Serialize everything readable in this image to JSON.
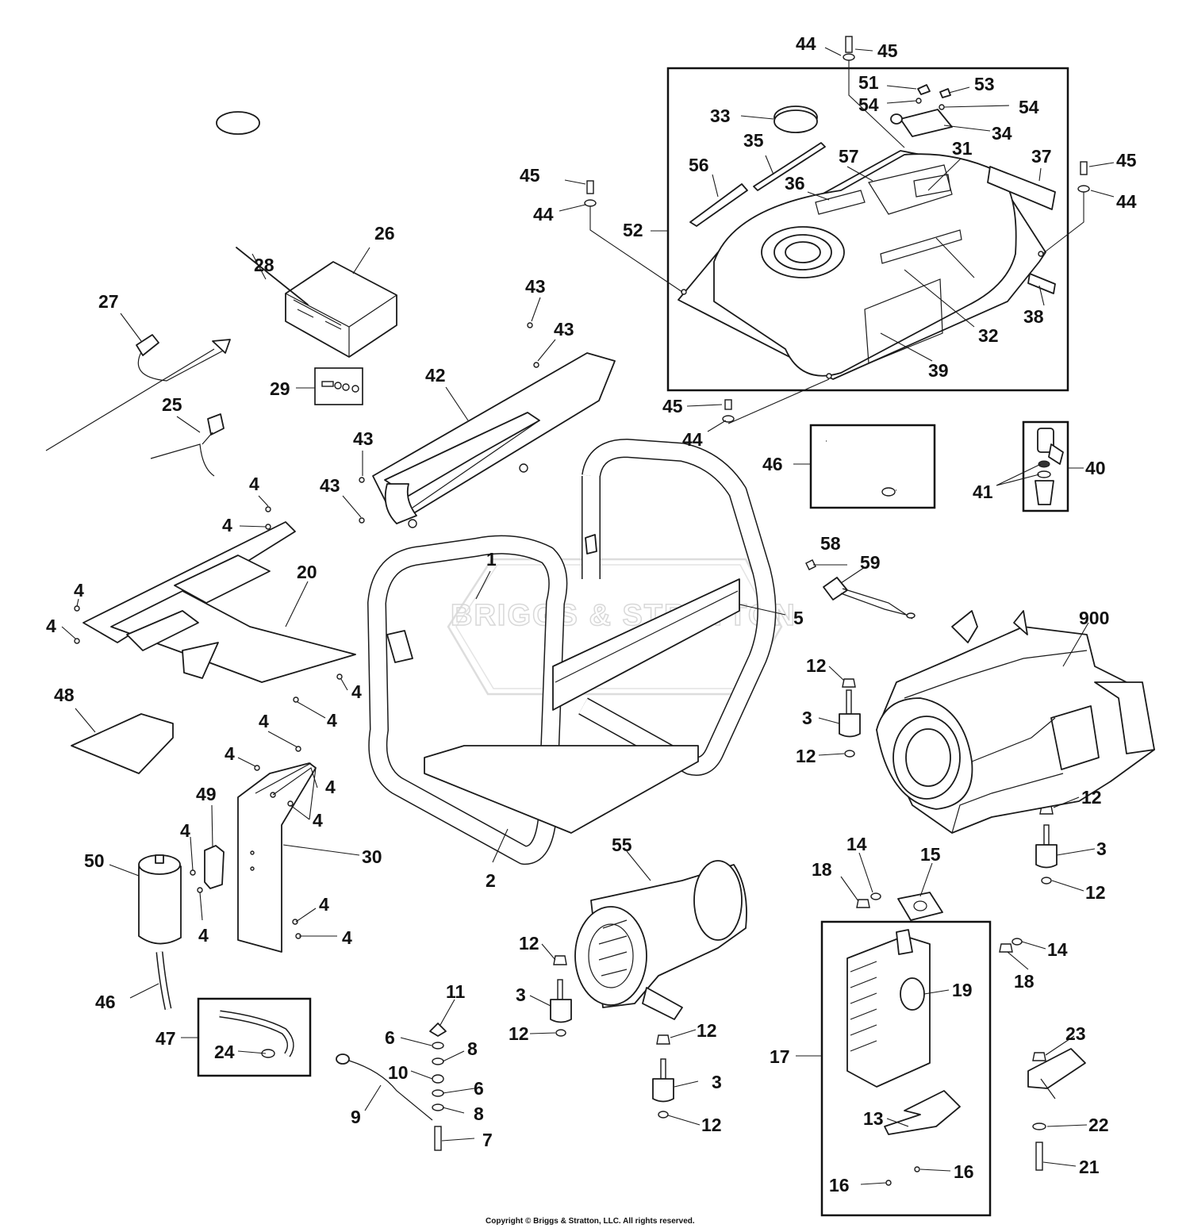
{
  "labels": {
    "l1": "1",
    "l2": "2",
    "l3a": "3",
    "l3b": "3",
    "l3c": "3",
    "l3d": "3",
    "l4a": "4",
    "l4b": "4",
    "l4c": "4",
    "l4d": "4",
    "l4e": "4",
    "l4f": "4",
    "l4g": "4",
    "l4h": "4",
    "l4i": "4",
    "l4j": "4",
    "l4k": "4",
    "l4l": "4",
    "l4m": "4",
    "l4n": "4",
    "l5": "5",
    "l6a": "6",
    "l6b": "6",
    "l7": "7",
    "l8a": "8",
    "l8b": "8",
    "l9": "9",
    "l10": "10",
    "l11": "11",
    "l12a": "12",
    "l12b": "12",
    "l12c": "12",
    "l12d": "12",
    "l12e": "12",
    "l12f": "12",
    "l12g": "12",
    "l12h": "12",
    "l13": "13",
    "l14a": "14",
    "l14b": "14",
    "l15": "15",
    "l16a": "16",
    "l16b": "16",
    "l17": "17",
    "l18a": "18",
    "l18b": "18",
    "l19": "19",
    "l20": "20",
    "l21": "21",
    "l22": "22",
    "l23": "23",
    "l24": "24",
    "l25": "25",
    "l26": "26",
    "l27": "27",
    "l28": "28",
    "l29": "29",
    "l30": "30",
    "l31": "31",
    "l32": "32",
    "l33": "33",
    "l34": "34",
    "l35": "35",
    "l36": "36",
    "l37": "37",
    "l38": "38",
    "l39": "39",
    "l40": "40",
    "l41": "41",
    "l42": "42",
    "l43a": "43",
    "l43b": "43",
    "l43c": "43",
    "l43d": "43",
    "l44a": "44",
    "l44b": "44",
    "l44c": "44",
    "l44d": "44",
    "l45a": "45",
    "l45b": "45",
    "l45c": "45",
    "l45d": "45",
    "l46a": "46",
    "l46b": "46",
    "l47": "47",
    "l48": "48",
    "l49": "49",
    "l50": "50",
    "l51": "51",
    "l52": "52",
    "l53": "53",
    "l54a": "54",
    "l54b": "54",
    "l55": "55",
    "l56": "56",
    "l57": "57",
    "l58": "58",
    "l59": "59",
    "l900": "900"
  },
  "watermark": "BRIGGS & STRATTON",
  "copyright": "Copyright © Briggs & Stratton, LLC. All rights reserved."
}
